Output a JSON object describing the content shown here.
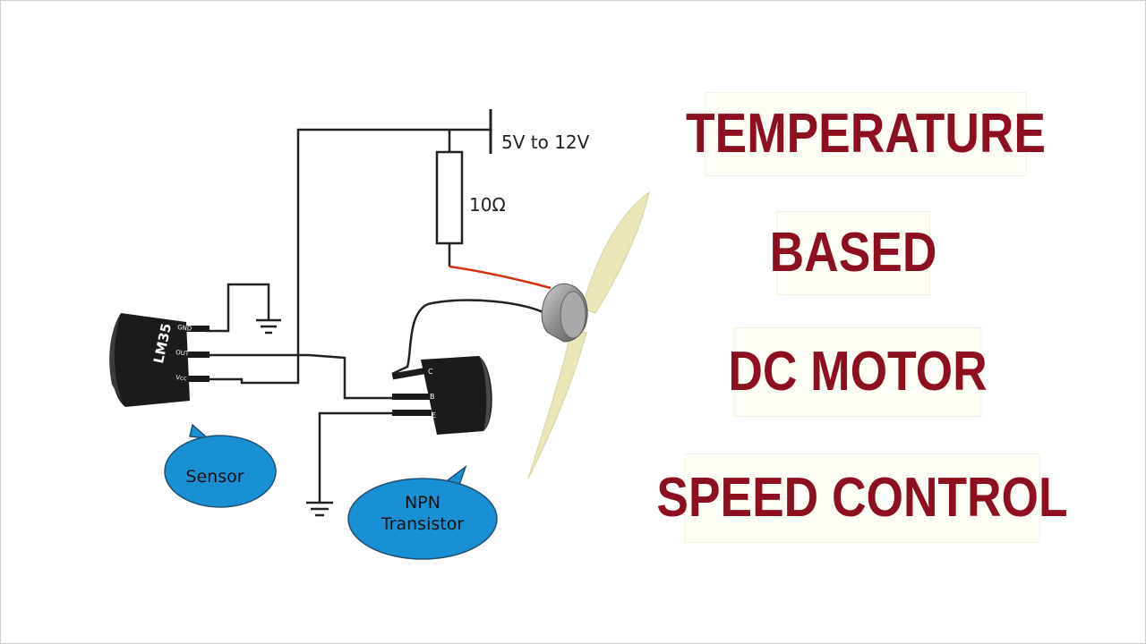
{
  "title_lines": [
    "TEMPERATURE",
    "BASED",
    "DC MOTOR",
    "SPEED CONTROL"
  ],
  "colors": {
    "title": "#8e1020",
    "bubble": "#1a90d4",
    "wire": "#222222",
    "red_wire": "#d43010",
    "fan": "#e9e6b8",
    "component": "#1b1b1b"
  },
  "circuit": {
    "supply_label": "5V to 12V",
    "resistor_label": "10Ω",
    "sensor_chip_label": "LM35",
    "sensor_pins": [
      "GND",
      "OUT",
      "Vcc"
    ],
    "transistor_pins": [
      "C",
      "B",
      "E"
    ],
    "callouts": {
      "sensor": "Sensor",
      "transistor_line1": "NPN",
      "transistor_line2": "Transistor"
    }
  }
}
